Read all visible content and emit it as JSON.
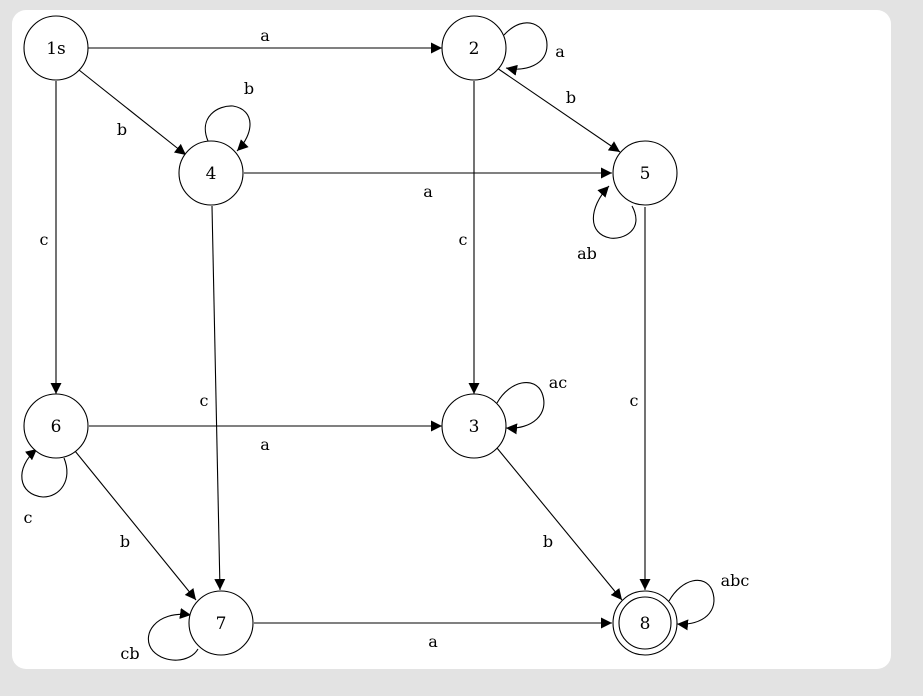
{
  "diagram": {
    "nodes": [
      {
        "id": "1",
        "label": "1s",
        "final": false
      },
      {
        "id": "2",
        "label": "2",
        "final": false
      },
      {
        "id": "4",
        "label": "4",
        "final": false
      },
      {
        "id": "5",
        "label": "5",
        "final": false
      },
      {
        "id": "6",
        "label": "6",
        "final": false
      },
      {
        "id": "3",
        "label": "3",
        "final": false
      },
      {
        "id": "7",
        "label": "7",
        "final": false
      },
      {
        "id": "8",
        "label": "8",
        "final": true
      }
    ],
    "edges": [
      {
        "from": "1",
        "to": "2",
        "label": "a"
      },
      {
        "from": "1",
        "to": "4",
        "label": "b"
      },
      {
        "from": "1",
        "to": "6",
        "label": "c"
      },
      {
        "from": "2",
        "to": "2",
        "label": "a"
      },
      {
        "from": "2",
        "to": "5",
        "label": "b"
      },
      {
        "from": "2",
        "to": "3",
        "label": "c"
      },
      {
        "from": "4",
        "to": "4",
        "label": "b"
      },
      {
        "from": "4",
        "to": "5",
        "label": "a"
      },
      {
        "from": "4",
        "to": "7",
        "label": "c"
      },
      {
        "from": "5",
        "to": "5",
        "label": "ab"
      },
      {
        "from": "5",
        "to": "8",
        "label": "c"
      },
      {
        "from": "6",
        "to": "6",
        "label": "c"
      },
      {
        "from": "6",
        "to": "3",
        "label": "a"
      },
      {
        "from": "6",
        "to": "7",
        "label": "b"
      },
      {
        "from": "3",
        "to": "3",
        "label": "ac"
      },
      {
        "from": "3",
        "to": "8",
        "label": "b"
      },
      {
        "from": "7",
        "to": "7",
        "label": "cb"
      },
      {
        "from": "7",
        "to": "8",
        "label": "a"
      },
      {
        "from": "8",
        "to": "8",
        "label": "abc"
      }
    ]
  }
}
